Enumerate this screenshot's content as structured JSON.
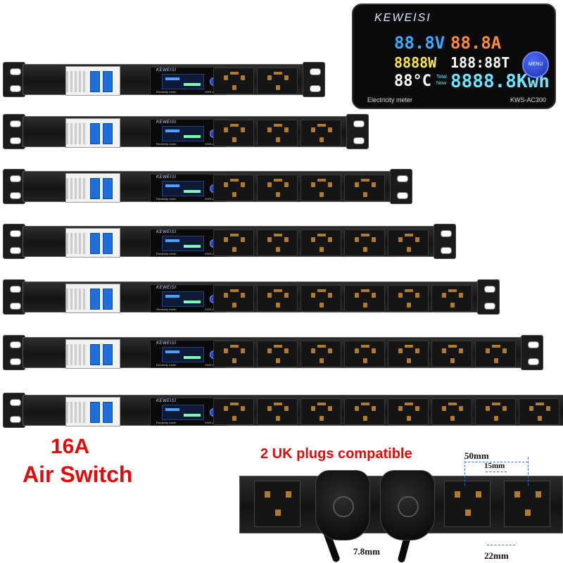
{
  "meter_closeup": {
    "brand": "KEWEISI",
    "voltage": "88.8V",
    "current": "88.8A",
    "power": "8888W",
    "time": "188:88T",
    "temp": "88°C",
    "total_label": "Total",
    "now_label": "Now",
    "energy": "8888.8Kwh",
    "menu_label": "MENU",
    "footer_label": "Electricity meter",
    "model": "KWS-AC300"
  },
  "strip_meter": {
    "brand": "KEWEISI",
    "label": "Electricity meter",
    "model": "KWS-AC300"
  },
  "pdus": [
    {
      "name": "pdu-2-outlet",
      "outlets": 2
    },
    {
      "name": "pdu-3-outlet",
      "outlets": 3
    },
    {
      "name": "pdu-4-outlet",
      "outlets": 4
    },
    {
      "name": "pdu-5-outlet",
      "outlets": 5
    },
    {
      "name": "pdu-6-outlet",
      "outlets": 6
    },
    {
      "name": "pdu-7-outlet",
      "outlets": 7
    },
    {
      "name": "pdu-8-outlet",
      "outlets": 8
    }
  ],
  "captions": {
    "breaker_rating": "16A",
    "breaker_type": "Air Switch",
    "uk_compat": "2 UK plugs compatible"
  },
  "dimensions": {
    "pitch": "50mm",
    "gap": "15mm",
    "width": "22mm",
    "depth": "7.8mm"
  },
  "colors": {
    "caption": "#e10b0b",
    "breaker_toggle": "#1e6fd9",
    "socket_contact": "#b07b2c"
  }
}
